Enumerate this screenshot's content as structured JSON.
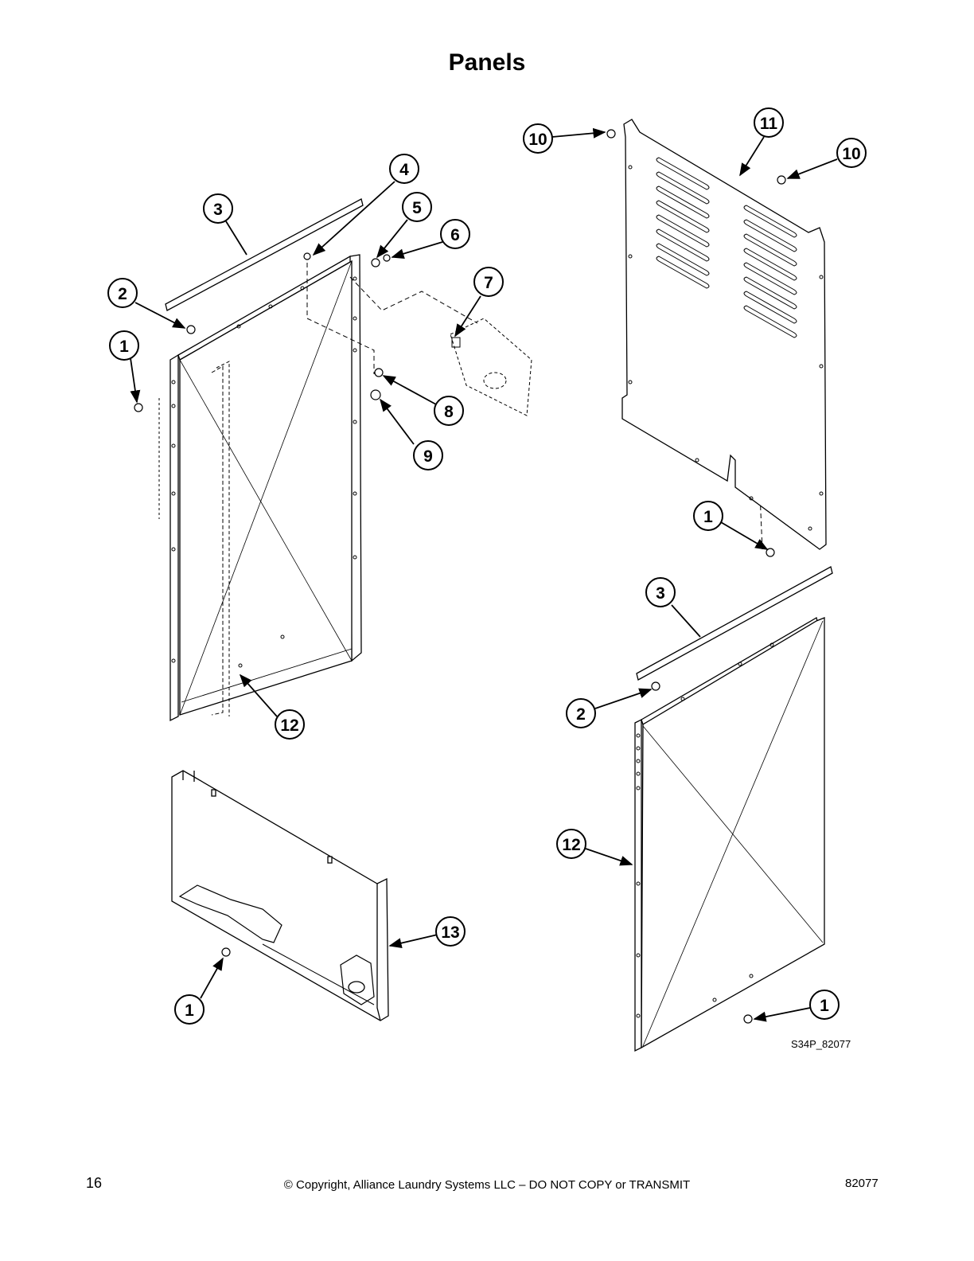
{
  "title": "Panels",
  "callouts": {
    "c1": "1",
    "c2": "2",
    "c3": "3",
    "c4": "4",
    "c5": "5",
    "c6": "6",
    "c7": "7",
    "c8": "8",
    "c9": "9",
    "c10": "10",
    "c11": "11",
    "c12": "12",
    "c13": "13"
  },
  "drawing_code": "S34P_82077",
  "footer": {
    "page_number": "16",
    "copyright": "© Copyright, Alliance Laundry Systems LLC – DO NOT COPY or TRANSMIT",
    "doc_number": "82077"
  }
}
